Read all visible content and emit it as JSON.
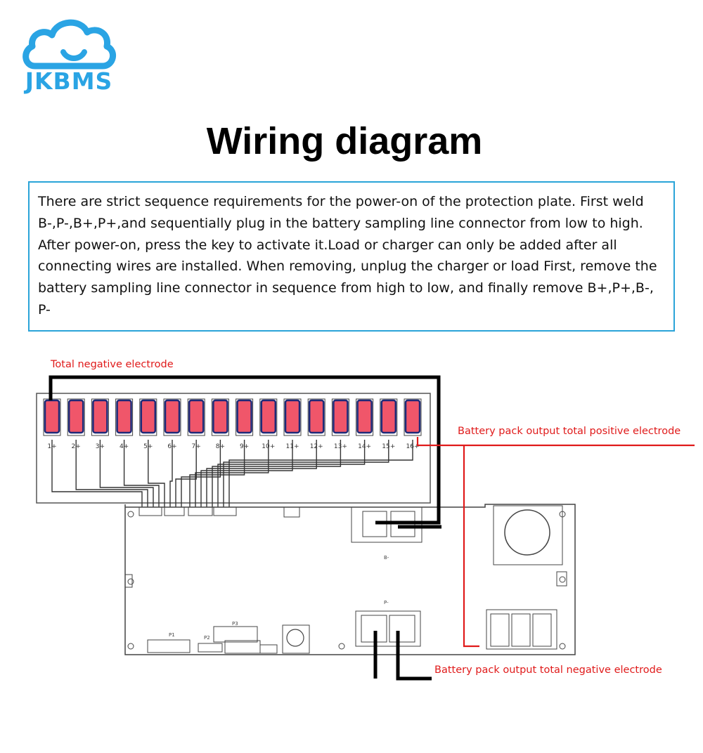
{
  "logo": {
    "text": "JKBMS",
    "icon": "cloud-icon",
    "color": "#2aa4e4"
  },
  "title": "Wiring diagram",
  "instructions": "There are strict sequence requirements for the power-on of the protection plate. First weld B-,P-,B+,P+,and sequentially plug in the battery sampling line connector from low to high. After power-on, press the key to activate it.Load or charger can only be added after all connecting wires are installed. When removing, unplug the charger or load First, remove the battery sampling line connector in sequence from high to low, and finally remove B+,P+,B-, P-",
  "diagram": {
    "total_negative_label": "Total negative electrode",
    "output_positive_label": "Battery pack output total positive electrode",
    "output_negative_label": "Battery pack output total negative electrode",
    "cells": [
      "1+",
      "2+",
      "3+",
      "4+",
      "5+",
      "6+",
      "7+",
      "8+",
      "9+",
      "10+",
      "11+",
      "12+",
      "13+",
      "14+",
      "15+",
      "16+"
    ],
    "board_labels": {
      "b_pad": "B-",
      "p_pad": "P-",
      "p1": "P1",
      "p2": "P2",
      "p3": "P3"
    },
    "colors": {
      "label_red": "#e01a1a",
      "wire_black": "#000000",
      "cell_fill": "#f0566a",
      "cell_border": "#1e2a78"
    }
  }
}
